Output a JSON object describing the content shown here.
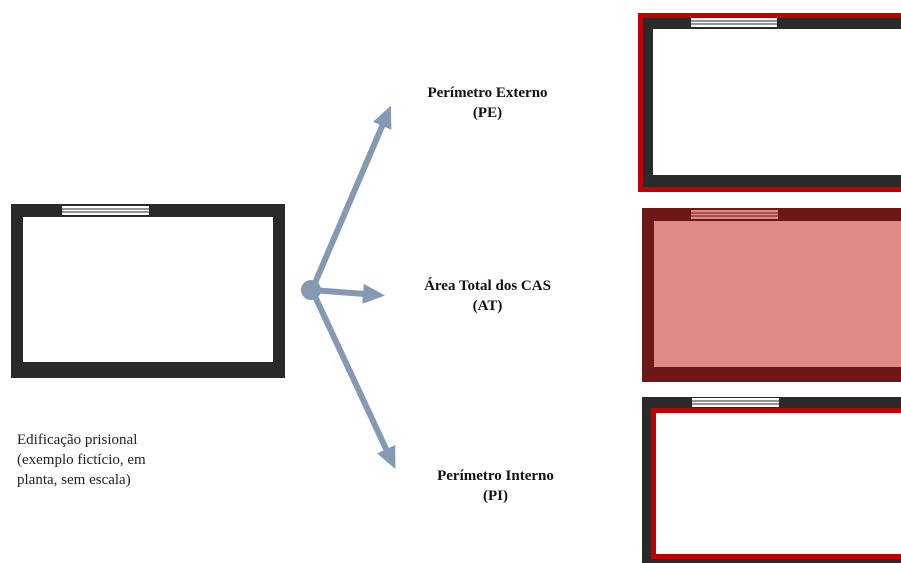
{
  "colors": {
    "wall": "#2a2a2a",
    "arrow": "#8599b2",
    "highlight_red": "#c00000",
    "area_dark": "#6e1717",
    "area_fill": "#e08a88",
    "window": "#ffffff"
  },
  "caption": {
    "lines": [
      "Edificação prisional",
      "(exemplo fictício, em",
      "planta, sem escala)"
    ]
  },
  "labels": {
    "pe": {
      "line1": "Perímetro Externo",
      "line2": "(PE)"
    },
    "at": {
      "line1": "Área Total dos CAS",
      "line2": "(AT)"
    },
    "pi": {
      "line1": "Perímetro Interno",
      "line2": "(PI)"
    }
  }
}
